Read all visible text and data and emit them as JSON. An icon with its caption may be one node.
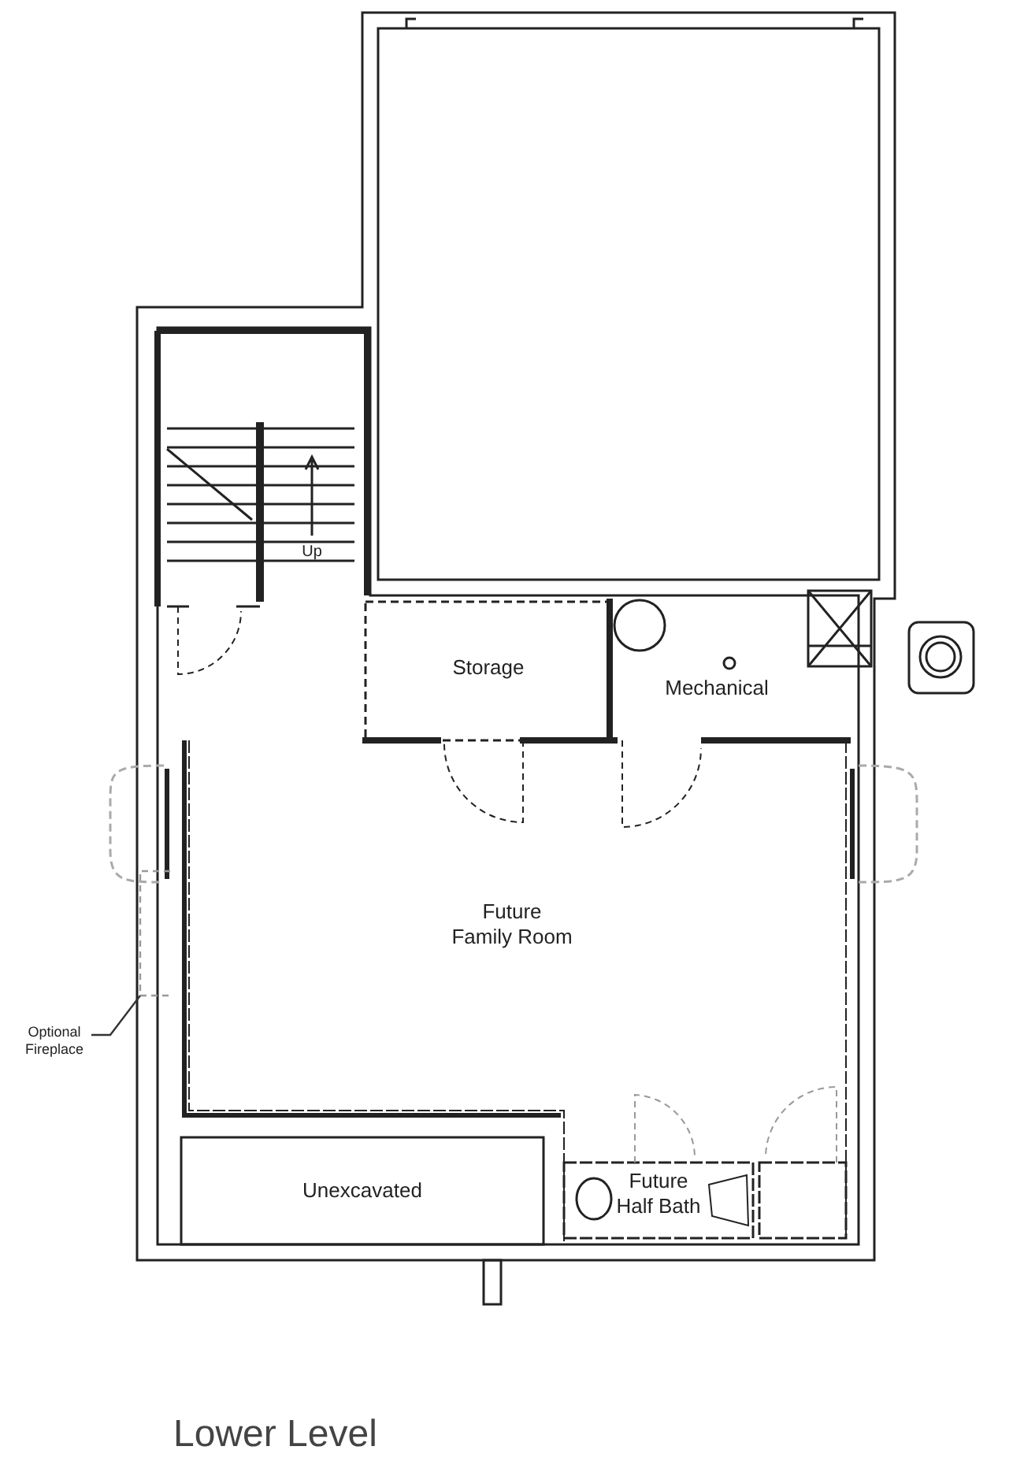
{
  "diagram": {
    "caption": "Lower Level",
    "nodes": [
      {
        "text": [
          "Storage"
        ]
      },
      {
        "text": [
          "Mechanical"
        ]
      },
      {
        "text": [
          "Future Family Room"
        ]
      },
      {
        "text": [
          "Unexcavated"
        ]
      },
      {
        "text": [
          "Future Half Bath"
        ]
      },
      {
        "text": [
          "Up"
        ]
      },
      {
        "text": [
          "Optional Fireplace"
        ]
      },
      {
        "text": [],
        "shape": "box"
      }
    ],
    "edges": [
      {
        "from": 6,
        "to": 7,
        "arrow": "none"
      }
    ]
  }
}
